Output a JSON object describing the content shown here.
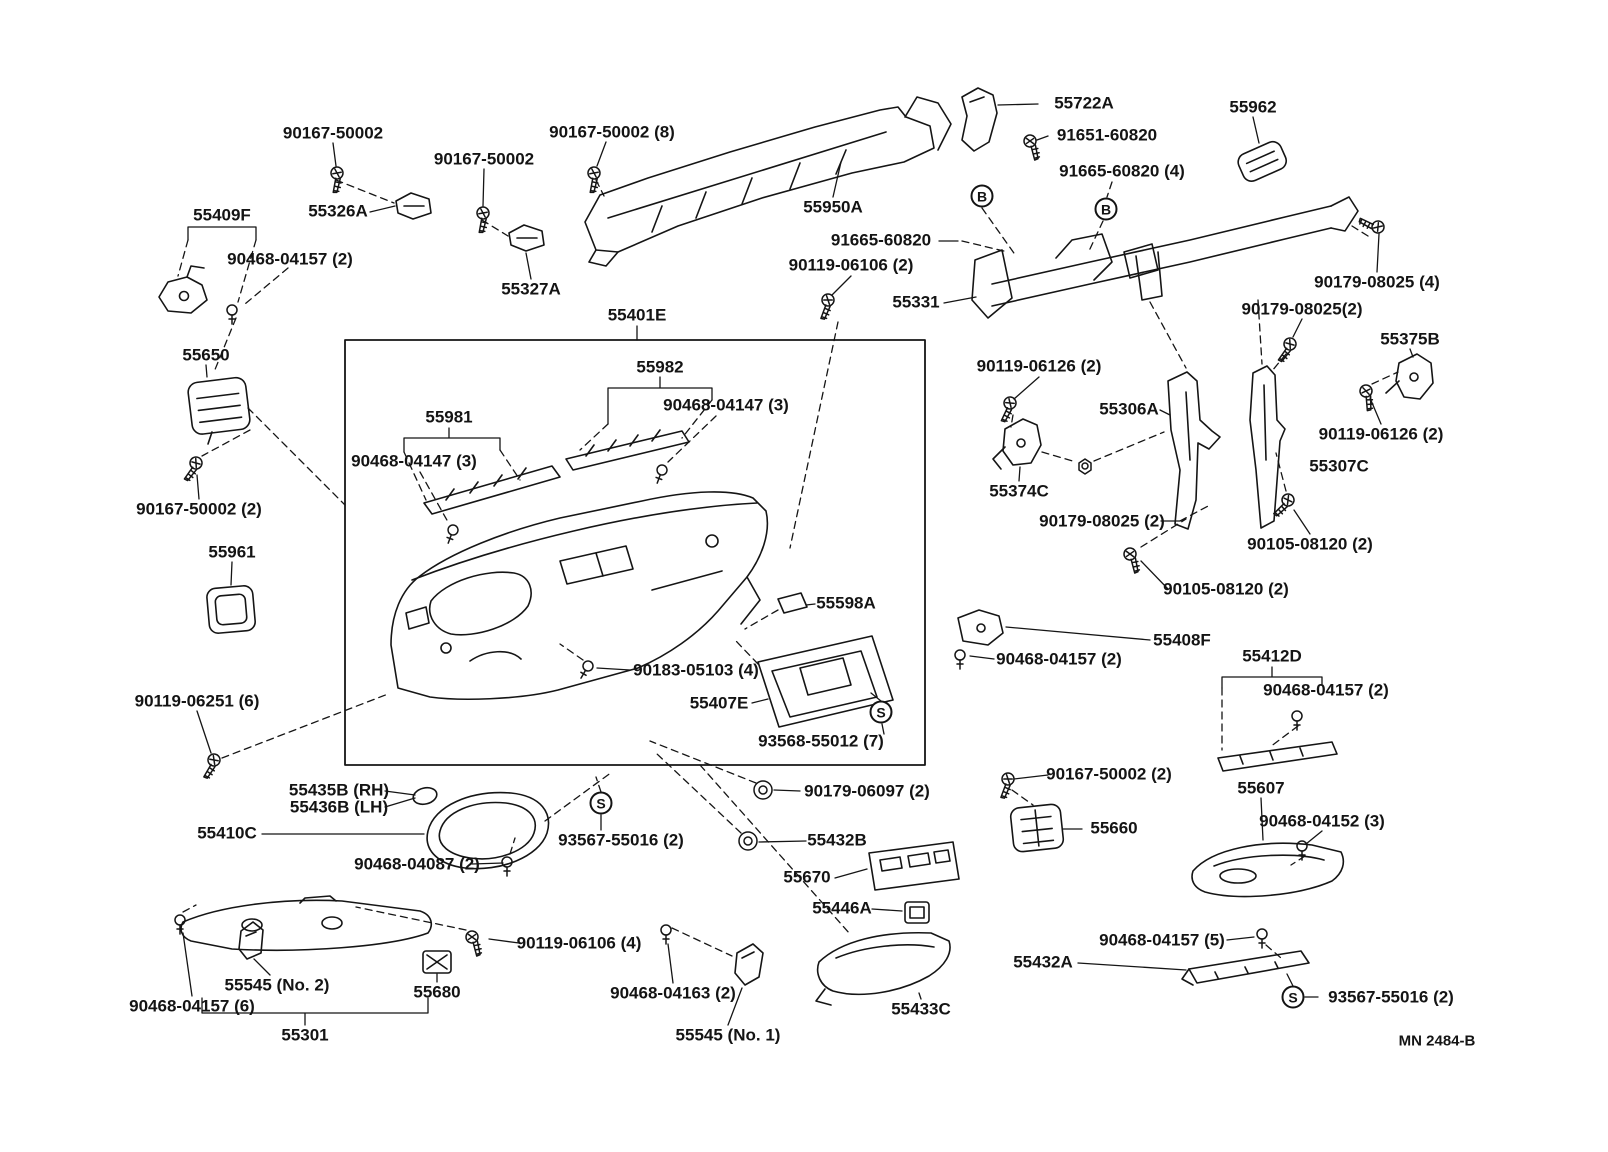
{
  "figure": {
    "drawing_code": "MN 2484-B"
  },
  "callouts": [
    {
      "text": "55722A"
    },
    {
      "text": "55962"
    },
    {
      "text": "90167-50002"
    },
    {
      "text": "90167-50002 (8)"
    },
    {
      "text": "91651-60820"
    },
    {
      "text": "90167-50002"
    },
    {
      "text": "91665-60820 (4)"
    },
    {
      "text": "55409F"
    },
    {
      "text": "55326A"
    },
    {
      "text": "55950A"
    },
    {
      "text": "90468-04157 (2)"
    },
    {
      "text": "91665-60820"
    },
    {
      "text": "90119-06106 (2)"
    },
    {
      "text": "55331"
    },
    {
      "text": "90179-08025 (4)"
    },
    {
      "text": "55327A"
    },
    {
      "text": "90179-08025(2)"
    },
    {
      "text": "55401E"
    },
    {
      "text": "55375B"
    },
    {
      "text": "55650"
    },
    {
      "text": "55982"
    },
    {
      "text": "90119-06126 (2)"
    },
    {
      "text": "55306A"
    },
    {
      "text": "90468-04147 (3)"
    },
    {
      "text": "55981"
    },
    {
      "text": "90119-06126 (2)"
    },
    {
      "text": "90468-04147 (3)"
    },
    {
      "text": "55307C"
    },
    {
      "text": "55374C"
    },
    {
      "text": "90167-50002 (2)"
    },
    {
      "text": "90179-08025 (2)"
    },
    {
      "text": "55961"
    },
    {
      "text": "90105-08120 (2)"
    },
    {
      "text": "90105-08120 (2)"
    },
    {
      "text": "55598A"
    },
    {
      "text": "55408F"
    },
    {
      "text": "90468-04157 (2)"
    },
    {
      "text": "55412D"
    },
    {
      "text": "90183-05103 (4)"
    },
    {
      "text": "90468-04157 (2)"
    },
    {
      "text": "55407E"
    },
    {
      "text": "90119-06251 (6)"
    },
    {
      "text": "93568-55012 (7)"
    },
    {
      "text": "90179-06097 (2)"
    },
    {
      "text": "90167-50002 (2)"
    },
    {
      "text": "55435B (RH)"
    },
    {
      "text": "55436B (LH)"
    },
    {
      "text": "55607"
    },
    {
      "text": "55410C"
    },
    {
      "text": "93567-55016 (2)"
    },
    {
      "text": "55432B"
    },
    {
      "text": "55660"
    },
    {
      "text": "90468-04152 (3)"
    },
    {
      "text": "90468-04087 (2)"
    },
    {
      "text": "55670"
    },
    {
      "text": "55446A"
    },
    {
      "text": "90468-04157 (5)"
    },
    {
      "text": "55432A"
    },
    {
      "text": "90119-06106 (4)"
    },
    {
      "text": "55545 (No. 2)"
    },
    {
      "text": "55680"
    },
    {
      "text": "90468-04163 (2)"
    },
    {
      "text": "55433C"
    },
    {
      "text": "93567-55016 (2)"
    },
    {
      "text": "90468-04157 (6)"
    },
    {
      "text": "55301"
    },
    {
      "text": "55545 (No. 1)"
    }
  ],
  "badges": [
    {
      "text": "B"
    },
    {
      "text": "B"
    },
    {
      "text": "S"
    },
    {
      "text": "S"
    },
    {
      "text": "S"
    }
  ]
}
